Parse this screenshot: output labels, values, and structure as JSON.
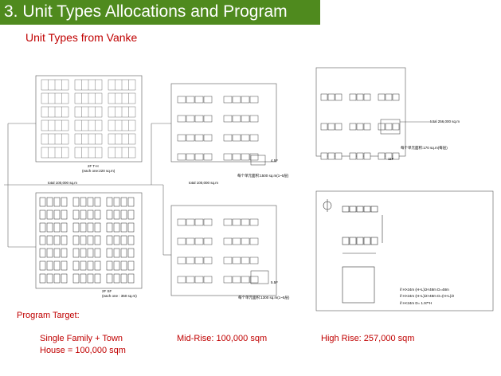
{
  "header": {
    "title": "3. Unit Types Allocations and Program",
    "subtitle": "Unit Types from Vanke"
  },
  "colors": {
    "title_bg": "#4f8a1e",
    "title_text": "#ffffff",
    "accent_red": "#c00000"
  },
  "diagrams": {
    "townhouse_caption_1": "2F  T-H",
    "townhouse_caption_2": "(each one:220 sq.m)",
    "single_family_caption_1": "2F  SF",
    "single_family_caption_2": "(each one : 350 sq.m)",
    "total_left": "total 100,000  sq.m",
    "total_mid": "total 100,000  sq.m",
    "midrise_upper_floor": "4.5F",
    "midrise_upper_note": "每个单元面积:1500 sq.m(1~5层)",
    "midrise_lower_floor": "5.5F",
    "midrise_lower_note": "每个单元面积:1300 sq.m(1~5层)",
    "highrise_total": "total 256,000  sq.m",
    "highrise_note": "每个单元面积:170 sq.m(每层)",
    "highrise_floor": "11F",
    "rule_1": "if  H>24m       (H+L)/2<48m     D=48m",
    "rule_2": "if  H>24m       (H+L)/2>48m     D=(H+L)/2",
    "rule_3": "if  H<24m       D= 1.97*H"
  },
  "program": {
    "target_label": "Program Target:",
    "sf_th_line1": "Single Family + Town",
    "sf_th_line2": "House = 100,000 sqm",
    "midrise": "Mid-Rise: 100,000 sqm",
    "highrise": "High Rise: 257,000 sqm"
  }
}
